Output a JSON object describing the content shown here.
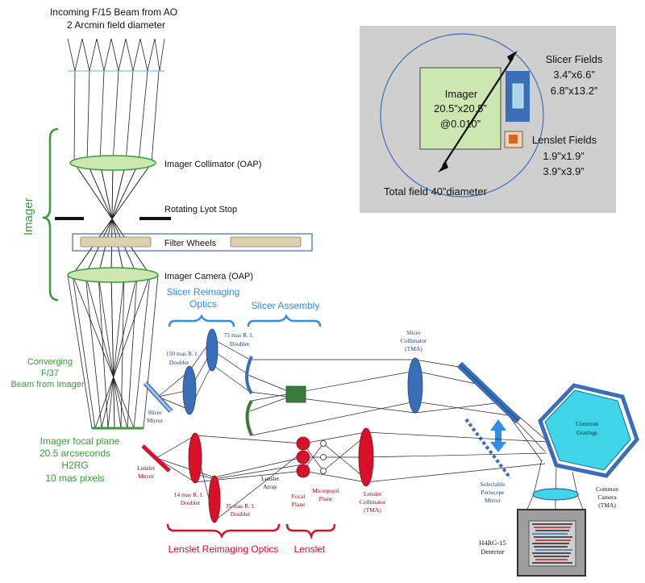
{
  "colors": {
    "imager_green": "#3b9a3b",
    "slicer_blue": "#3a6fb8",
    "lenslet_red": "#d9102a",
    "inset_gray": "#cfcfcf",
    "imager_box": "#cde7b0",
    "hex_cyan": "#40d4e8",
    "filter_tan": "#ddd2b0"
  },
  "text": {
    "incoming_1": "Incoming F/15 Beam from AO",
    "incoming_2": "2 Arcmin field diameter",
    "imager_bracket": "Imager",
    "imager_collimator": "Imager Collimator (OAP)",
    "lyot_stop": "Rotating Lyot Stop",
    "filter_wheels": "Filter Wheels",
    "imager_camera": "Imager Camera (OAP)",
    "converging_1": "Converging",
    "converging_2": "F/37",
    "converging_3": "Beam from Imager",
    "focal_plane_1": "Imager focal plane",
    "focal_plane_2": "20.5 arcseconds",
    "focal_plane_3": "H2RG",
    "focal_plane_4": "10 mas pixels",
    "slicer_reimaging_1": "Slicer Reimaging",
    "slicer_reimaging_2": "Optics",
    "slicer_assembly": "Slicer Assembly",
    "doublet_150_1": "150 mas R. I.",
    "doublet_150_2": "Doublet",
    "doublet_75_1": "75 mas R. I.",
    "doublet_75_2": "Doublet",
    "slicer_mirror_1": "Slicer",
    "slicer_mirror_2": "Mirror",
    "slicer_collimator_1": "Slicer",
    "slicer_collimator_2": "Collimator",
    "slicer_collimator_3": "(TMA)",
    "lenslet_mirror_1": "Lenslet",
    "lenslet_mirror_2": "Mirror",
    "doublet_14_1": "14 mas R. I.",
    "doublet_14_2": "Doublet",
    "doublet_35_1": "35 mas R. I.",
    "doublet_35_2": "Doublet",
    "lenslet_array_1": "Lenslet",
    "lenslet_array_2": "Array",
    "lenslet_focal_1": "Focal",
    "lenslet_focal_2": "Plane",
    "micropupil_1": "Micropupil",
    "micropupil_2": "Plane",
    "lenslet_collimator_1": "Lenslet",
    "lenslet_collimator_2": "Collimator",
    "lenslet_collimator_3": "(TMA)",
    "periscope_1": "Selectable",
    "periscope_2": "Periscope",
    "periscope_3": "Mirror",
    "common_gratings_1": "Common",
    "common_gratings_2": "Gratings",
    "common_camera_1": "Common",
    "common_camera_2": "Camera",
    "common_camera_3": "(TMA)",
    "detector_1": "H4RG-15",
    "detector_2": "Detector",
    "lenslet_reimaging": "Lenslet Reimaging Optics",
    "lenslet_label": "Lenslet"
  },
  "inset": {
    "imager_1": "Imager",
    "imager_2": "20.5”x20.5”",
    "imager_3": "@0.010”",
    "slicer_fields": "Slicer Fields",
    "slicer_size_1": "3.4”x6.6”",
    "slicer_size_2": "6.8”x13.2”",
    "lenslet_fields": "Lenslet Fields",
    "lenslet_size_1": "1.9”x1.9”",
    "lenslet_size_2": "3.9”x3.9”",
    "total_field": "Total field 40”diameter"
  }
}
